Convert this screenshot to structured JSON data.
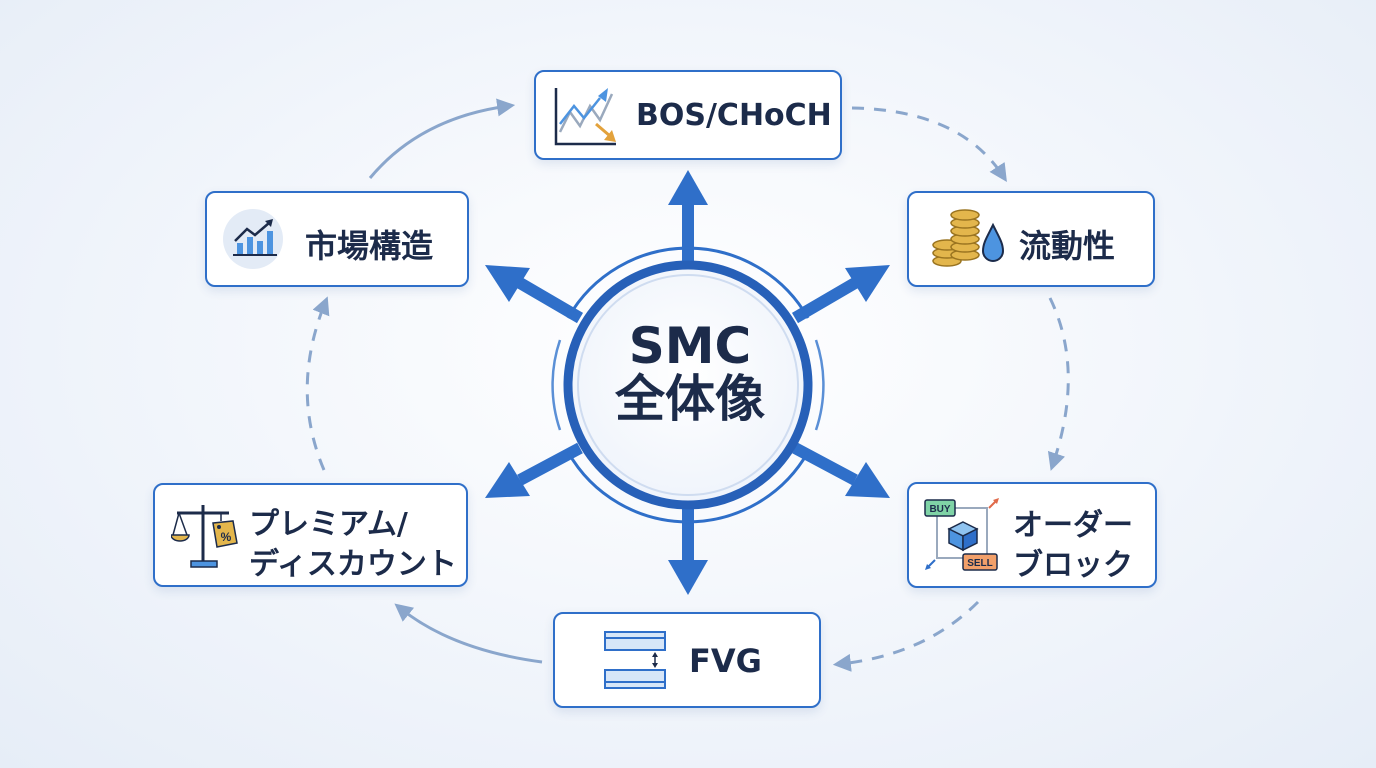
{
  "center": {
    "line1": "SMC",
    "line2": "全体像"
  },
  "nodes": {
    "bos": {
      "label": "BOS/CHoCH",
      "icon": "trend-reversal-chart-icon"
    },
    "liquidity": {
      "label": "流動性",
      "icon": "coins-droplet-icon"
    },
    "order_block": {
      "label_line1": "オーダー",
      "label_line2": "ブロック",
      "icon": "order-block-icon",
      "buy_tag": "BUY",
      "sell_tag": "SELL"
    },
    "fvg": {
      "label": "FVG",
      "icon": "fair-value-gap-icon"
    },
    "premium": {
      "label_line1": "プレミアム/",
      "label_line2": "ディスカウント",
      "icon": "scale-price-tag-icon",
      "tag_text": "%"
    },
    "market": {
      "label": "市場構造",
      "icon": "rising-bar-chart-icon"
    }
  },
  "colors": {
    "primary": "#2f6fc9",
    "dark_text": "#1c2b4a",
    "cycle_arrow": "#8aa6cc",
    "gold": "#e3b64c",
    "water": "#4d94e0",
    "buy_green": "#7fd3a6",
    "sell_orange": "#f2a06a"
  }
}
